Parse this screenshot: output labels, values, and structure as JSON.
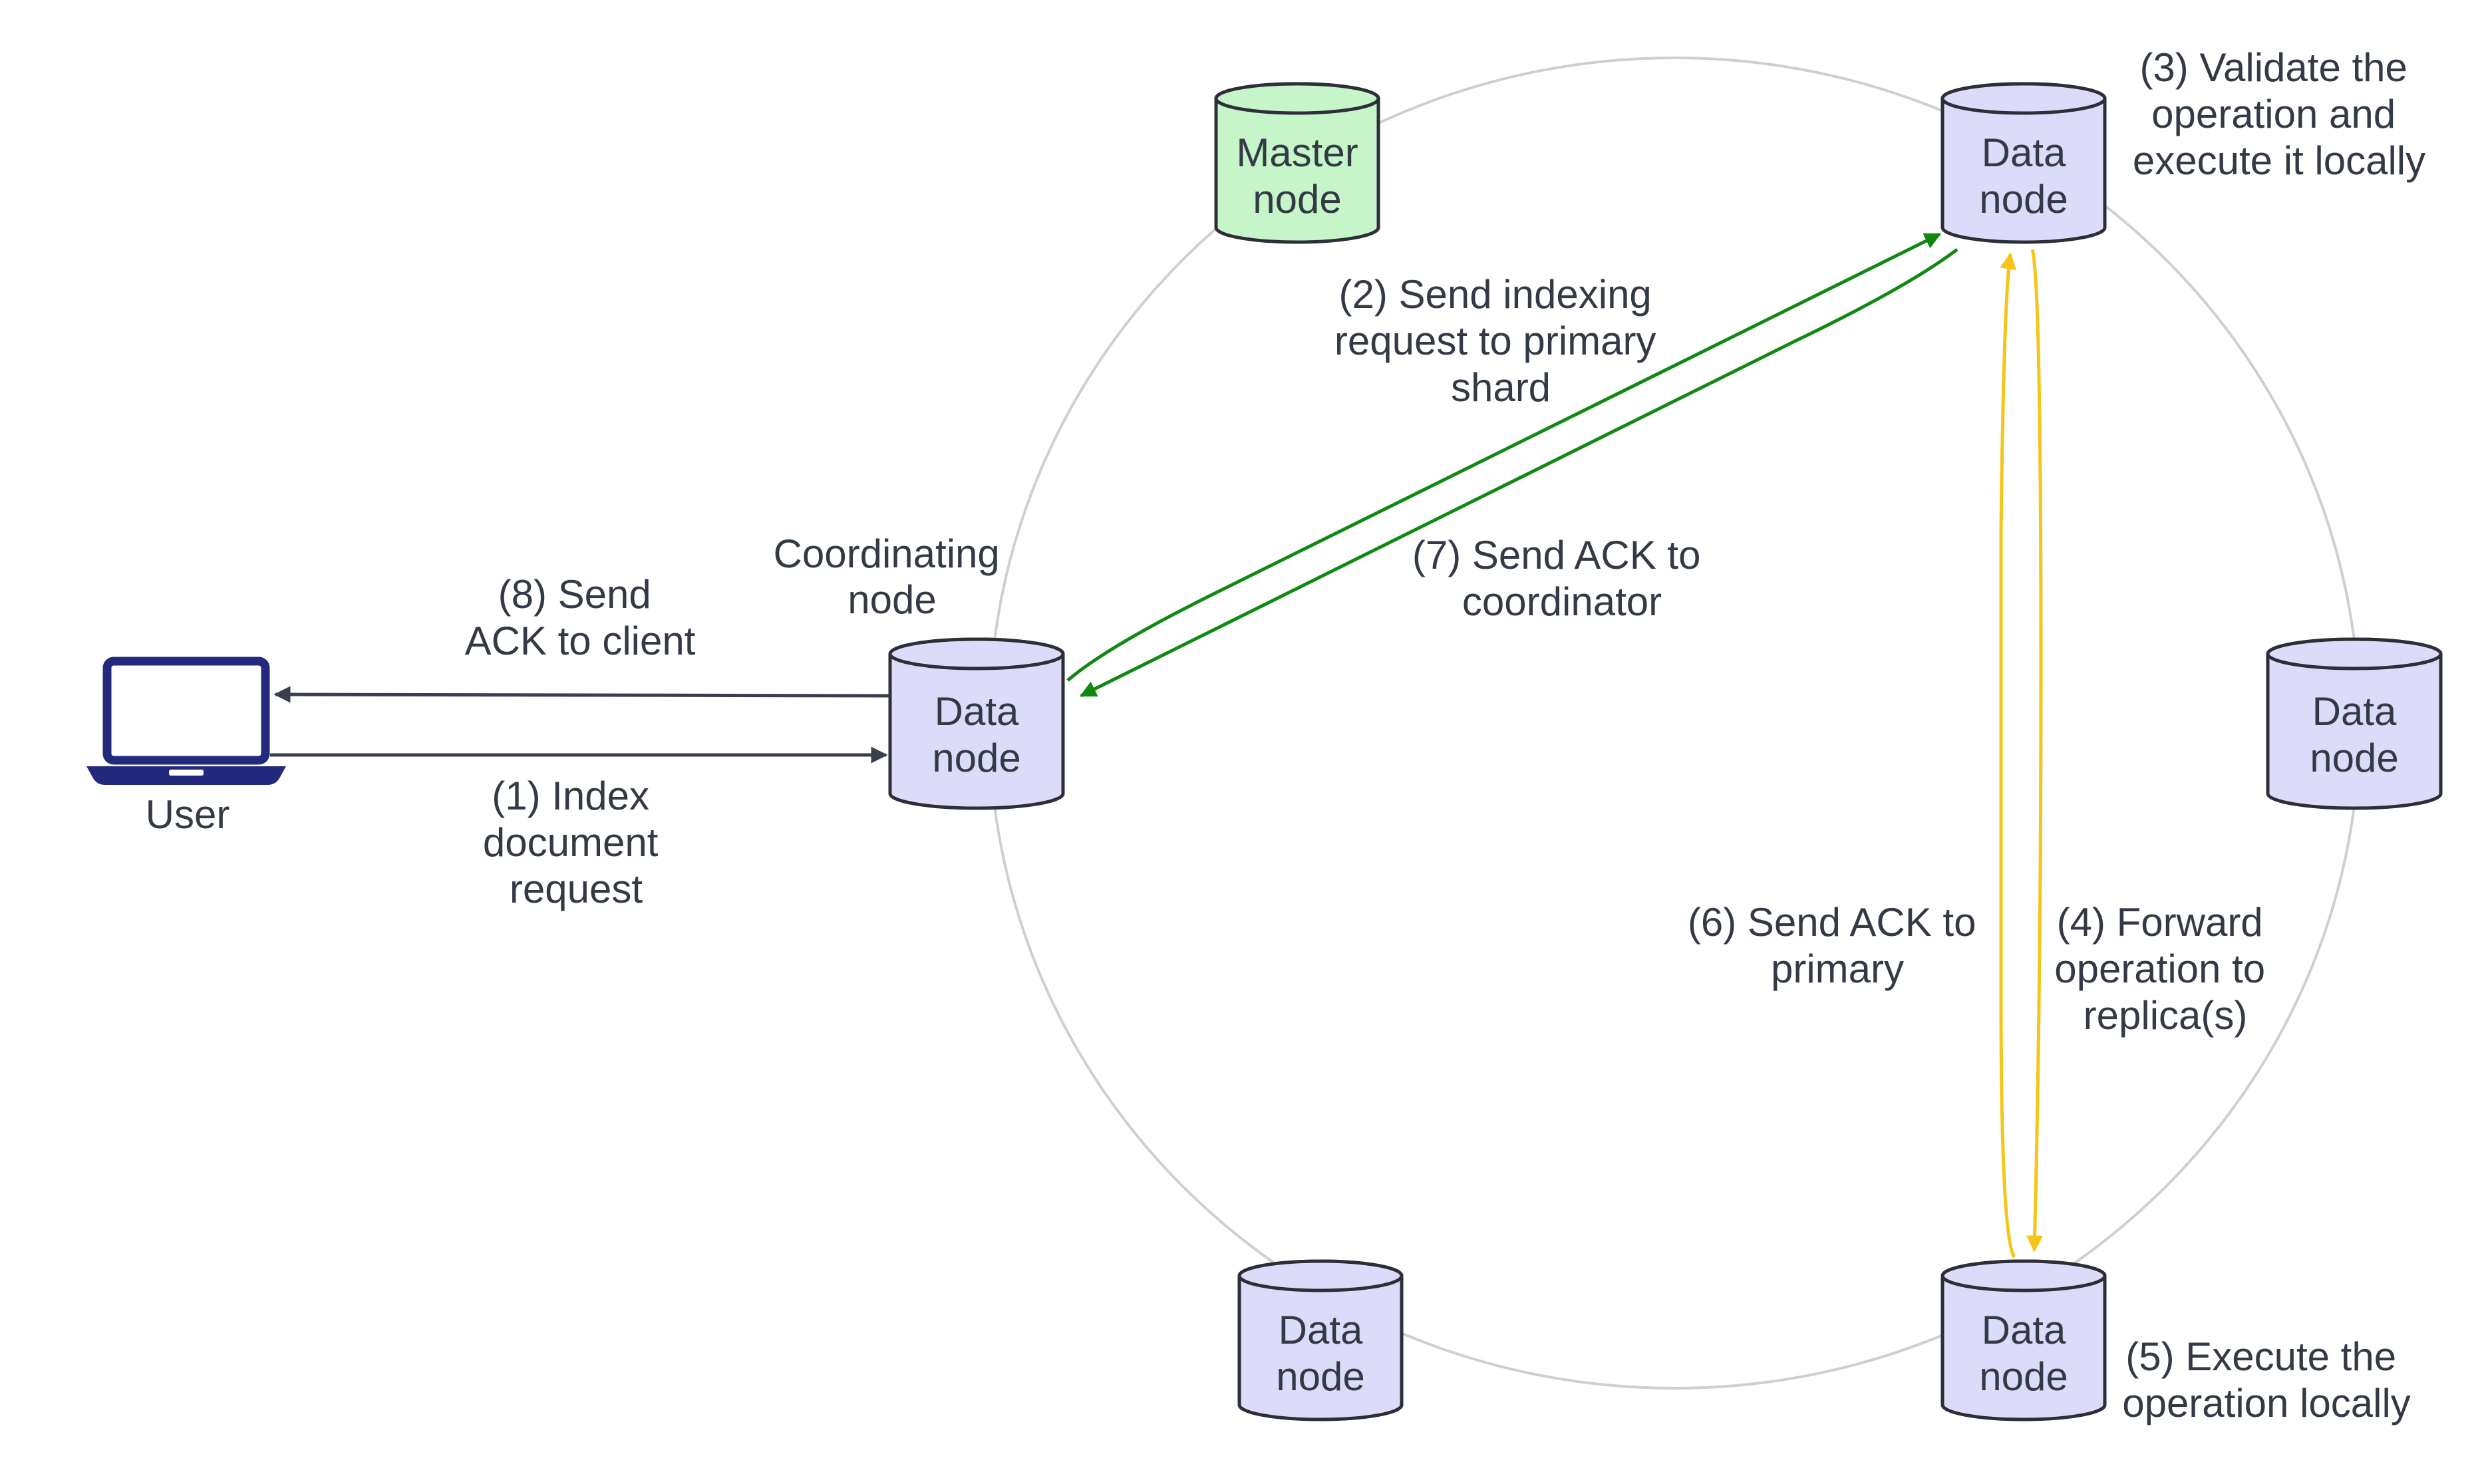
{
  "colors": {
    "data_node_fill": "#dcdcfa",
    "master_node_fill": "#c6f5ca",
    "outline": "#2e2e38",
    "ring": "#cfcfd3",
    "user_icon": "#232a7e",
    "arrow_dark": "#3a3f4b",
    "arrow_green": "#118811",
    "arrow_yellow": "#f5c518",
    "text": "#333a45"
  },
  "nodes": {
    "master": {
      "line1": "Master",
      "line2": "node"
    },
    "primary": {
      "line1": "Data",
      "line2": "node"
    },
    "coordinating": {
      "line1": "Data",
      "line2": "node"
    },
    "right": {
      "line1": "Data",
      "line2": "node"
    },
    "bottom_left": {
      "line1": "Data",
      "line2": "node"
    },
    "replica": {
      "line1": "Data",
      "line2": "node"
    }
  },
  "user": {
    "label": "User",
    "icon": "laptop-icon"
  },
  "labels": {
    "coordinating": [
      "Coordinating",
      "node"
    ],
    "step1": [
      "(1) Index",
      "document",
      "request"
    ],
    "step2": [
      "(2) Send indexing",
      "request to primary",
      "shard"
    ],
    "step3": [
      "(3) Validate the",
      "operation and",
      "execute it locally"
    ],
    "step4": [
      "(4) Forward",
      "operation to",
      "replica(s)"
    ],
    "step5": [
      "(5) Execute the",
      "operation locally"
    ],
    "step6": [
      "(6) Send ACK to",
      "primary"
    ],
    "step7": [
      "(7) Send ACK to",
      "coordinator"
    ],
    "step8": [
      "(8) Send",
      "ACK to client"
    ]
  }
}
